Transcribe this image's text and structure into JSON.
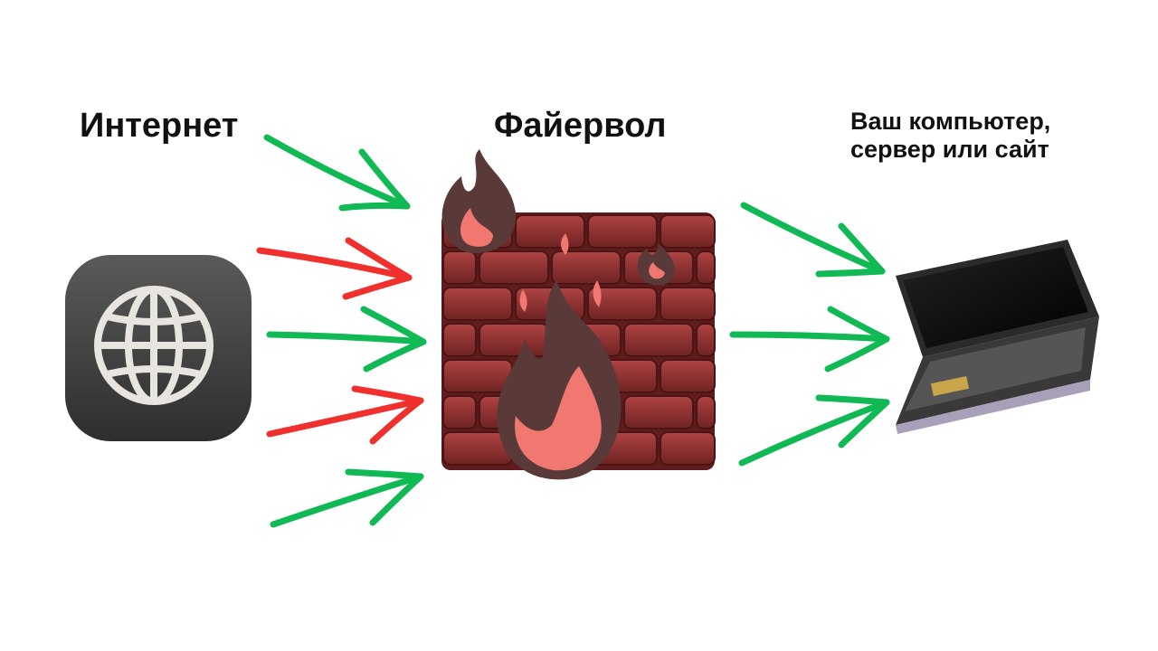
{
  "labels": {
    "internet": "Интернет",
    "firewall": "Файервол",
    "target_line1": "Ваш компьютер,",
    "target_line2": "сервер или сайт"
  },
  "colors": {
    "allowed": "#10b954",
    "blocked": "#f0302c",
    "brick": "#8f2e2e",
    "flame_dark": "#5a3a38",
    "flame_light": "#f07870"
  },
  "icons": [
    "globe-icon",
    "firewall-icon",
    "laptop-icon"
  ]
}
